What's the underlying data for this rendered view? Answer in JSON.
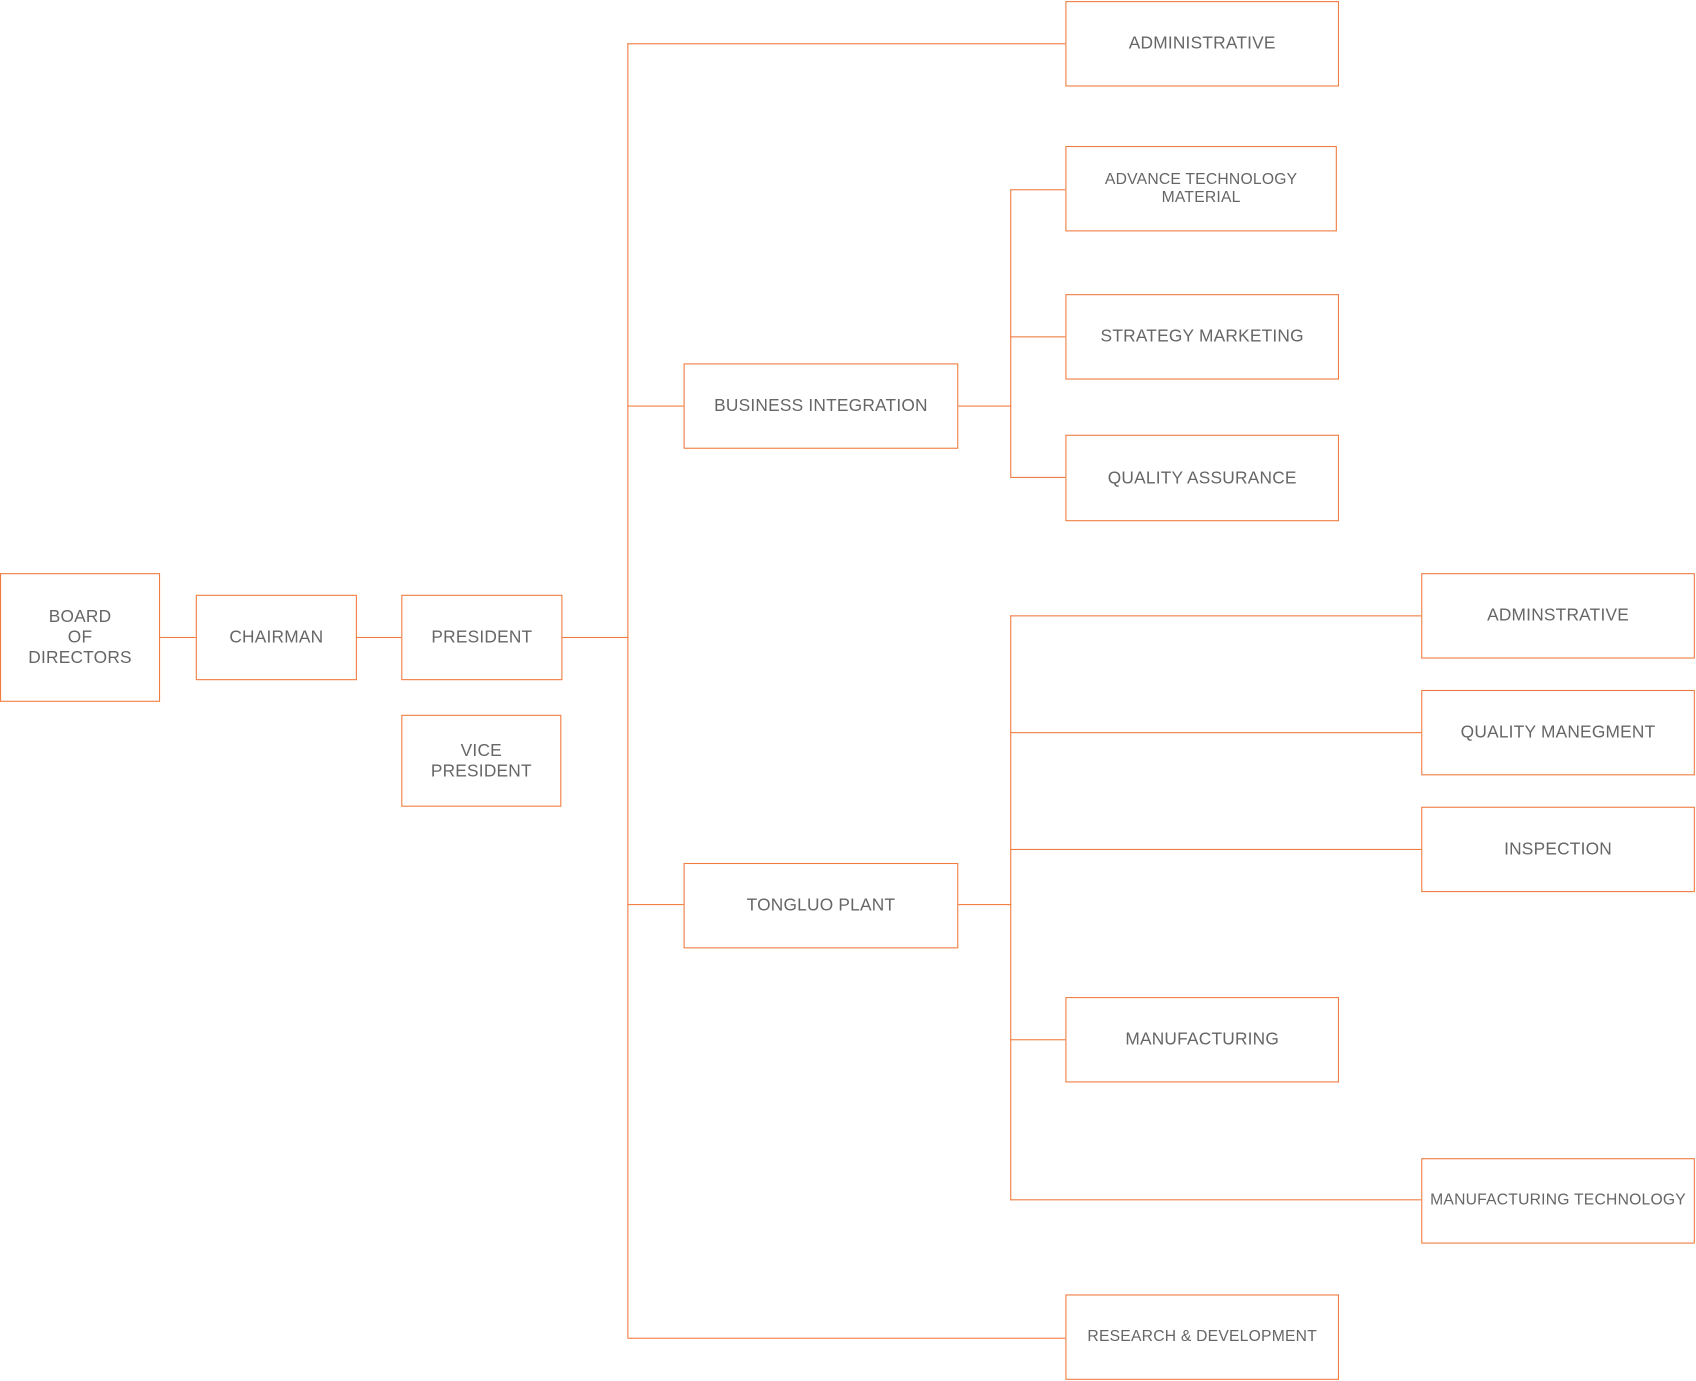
{
  "colors": {
    "line": "#f07b3f",
    "border": "#f07b3f",
    "text": "#666666"
  },
  "nodes": {
    "board": "BOARD\nOF\nDIRECTORS",
    "chairman": "CHAIRMAN",
    "president": "PRESIDENT",
    "vice_president": "VICE\nPRESIDENT",
    "administrative": "ADMINISTRATIVE",
    "business_integration": "BUSINESS INTEGRATION",
    "advance_technology": "ADVANCE TECHNOLOGY\nMATERIAL",
    "strategy_marketing": "STRATEGY MARKETING",
    "quality_assurance": "QUALITY ASSURANCE",
    "tongluo_plant": "TONGLUO PLANT",
    "adminstrative_plant": "ADMINSTRATIVE",
    "quality_manegment": "QUALITY MANEGMENT",
    "inspection": "INSPECTION",
    "manufacturing": "MANUFACTURING",
    "manufacturing_technology": "MANUFACTURING TECHNOLOGY",
    "research_development": "RESEARCH & DEVELOPMENT"
  }
}
